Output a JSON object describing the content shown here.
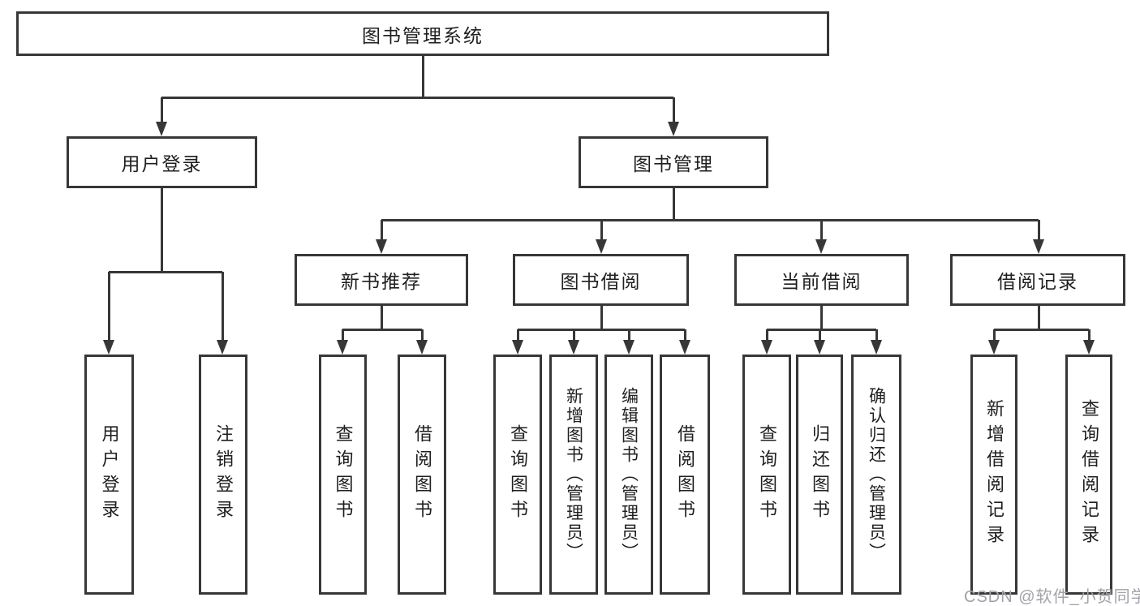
{
  "diagram": {
    "title": "图书管理系统",
    "root": {
      "label": "图书管理系统"
    },
    "level2": [
      {
        "label": "用户登录"
      },
      {
        "label": "图书管理"
      }
    ],
    "level3": [
      {
        "label": "新书推荐",
        "parent": "图书管理"
      },
      {
        "label": "图书借阅",
        "parent": "图书管理"
      },
      {
        "label": "当前借阅",
        "parent": "图书管理"
      },
      {
        "label": "借阅记录",
        "parent": "图书管理"
      }
    ],
    "leaves": [
      {
        "label": "用户登录",
        "parent": "用户登录"
      },
      {
        "label": "注销登录",
        "parent": "用户登录"
      },
      {
        "label": "查询图书",
        "parent": "新书推荐"
      },
      {
        "label": "借阅图书",
        "parent": "新书推荐"
      },
      {
        "label": "查询图书",
        "parent": "图书借阅"
      },
      {
        "label": "新增图书（管理员）",
        "parent": "图书借阅"
      },
      {
        "label": "编辑图书（管理员）",
        "parent": "图书借阅"
      },
      {
        "label": "借阅图书",
        "parent": "图书借阅"
      },
      {
        "label": "查询图书",
        "parent": "当前借阅"
      },
      {
        "label": "归还图书",
        "parent": "当前借阅"
      },
      {
        "label": "确认归还（管理员）",
        "parent": "当前借阅"
      },
      {
        "label": "新增借阅记录",
        "parent": "借阅记录"
      },
      {
        "label": "查询借阅记录",
        "parent": "借阅记录"
      }
    ]
  },
  "watermark": {
    "text": "CSDN @软件_小贺同学"
  },
  "colors": {
    "line": "#373737",
    "text": "#1f1f1f",
    "watermark": "#a2a2a8",
    "background": "#ffffff"
  }
}
